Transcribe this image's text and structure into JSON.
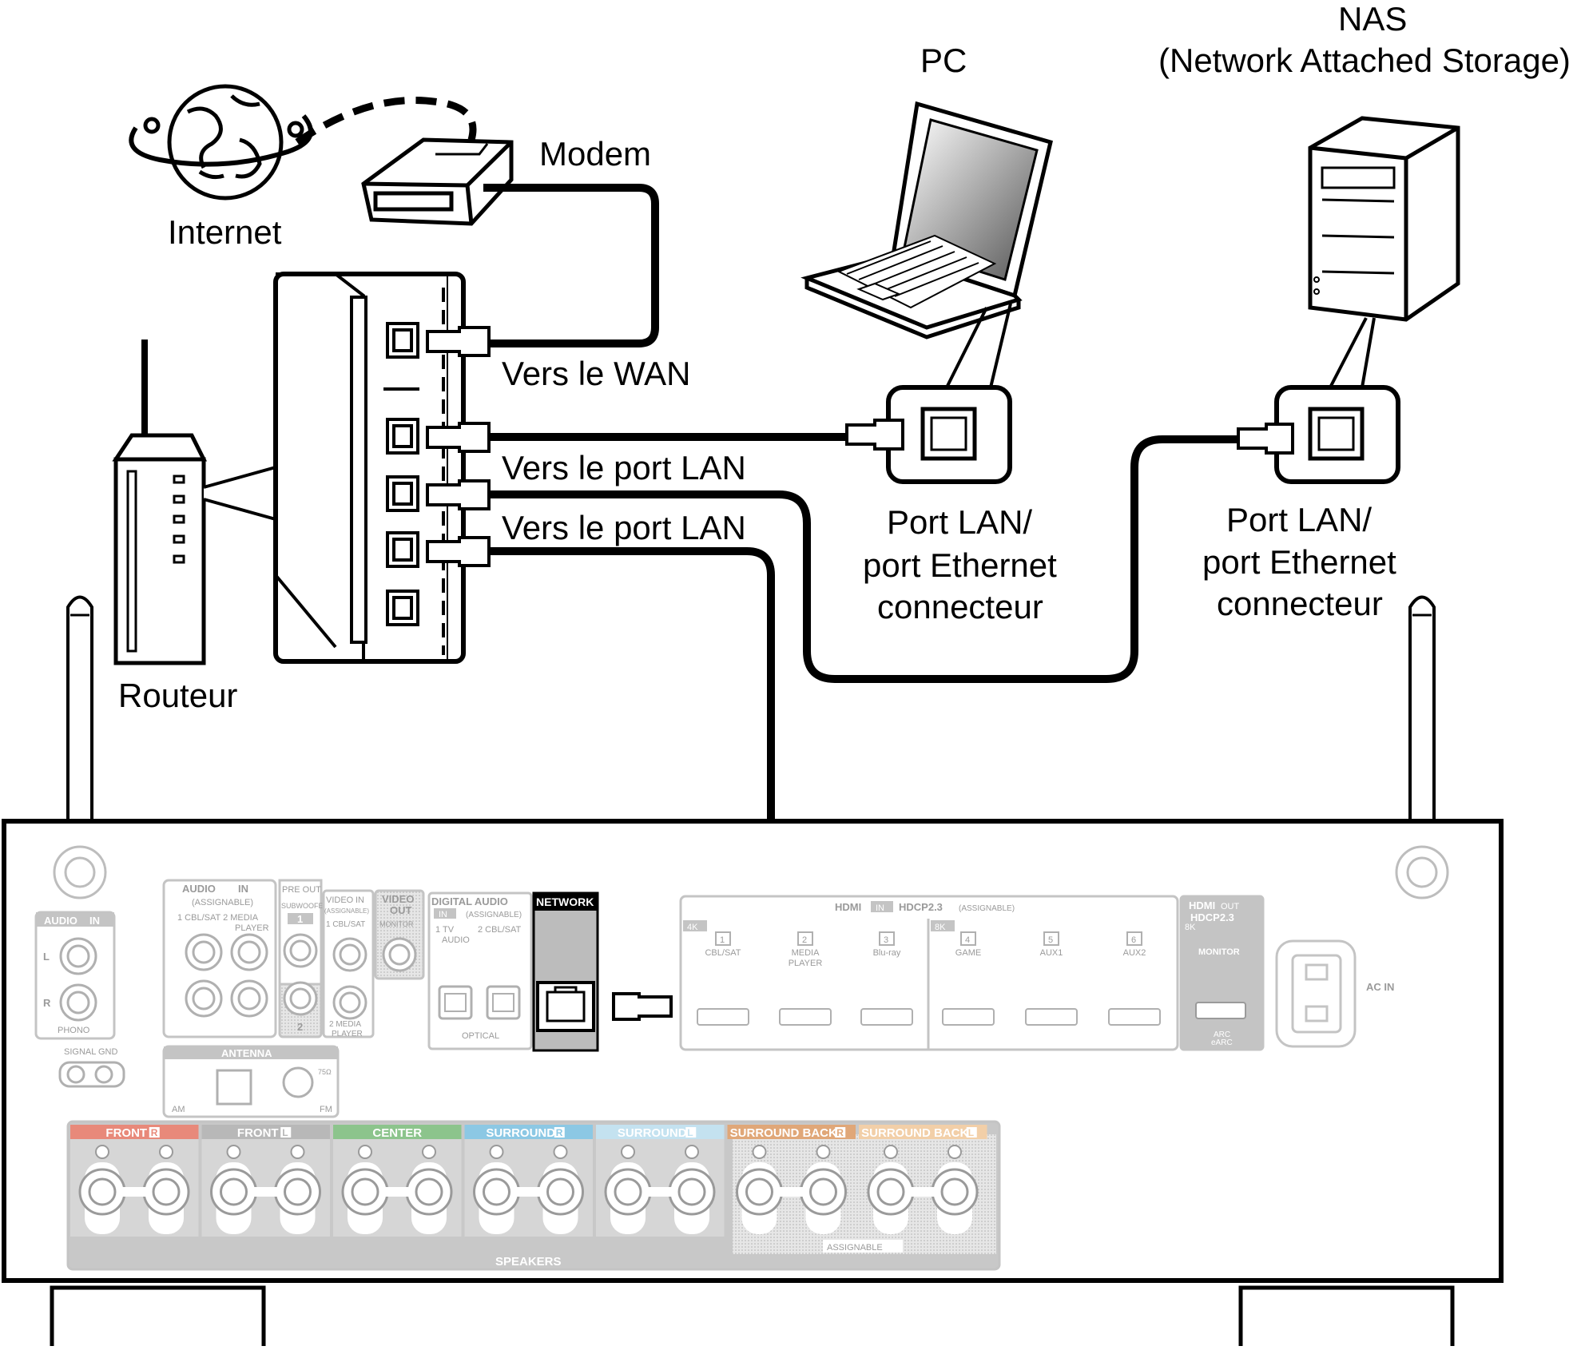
{
  "labels": {
    "internet": "Internet",
    "modem": "Modem",
    "router": "Routeur",
    "to_wan": "Vers le WAN",
    "to_lan_1": "Vers le port LAN",
    "to_lan_2": "Vers le port LAN",
    "pc": "PC",
    "nas_title": "NAS",
    "nas_subtitle": "(Network Attached Storage)",
    "pc_port_1": "Port LAN/",
    "pc_port_2": "port Ethernet",
    "pc_port_3": "connecteur",
    "nas_port_1": "Port LAN/",
    "nas_port_2": "port Ethernet",
    "nas_port_3": "connecteur"
  },
  "receiver": {
    "audio_in": "AUDIO",
    "audio_in_badge": "IN",
    "phono": "PHONO",
    "signal_gnd": "SIGNAL GND",
    "audio_in_main": "AUDIO",
    "audio_in_main_badge": "IN",
    "assignable": "(ASSIGNABLE)",
    "audio_inputs": "1 CBL/SAT  2  MEDIA",
    "audio_inputs_2": "PLAYER",
    "pre_out": "PRE OUT",
    "subwoofer": "SUBWOOFER",
    "sub_1": "1",
    "sub_2": "2",
    "video_in": "VIDEO",
    "video_in_badge": "IN",
    "video_in_assignable": "(ASSIGNABLE)",
    "video_in_1": "1 CBL/SAT",
    "video_in_2": "2 MEDIA",
    "video_in_2b": "PLAYER",
    "video_out": "VIDEO",
    "video_out_2": "OUT",
    "monitor_small": "MONITOR",
    "digital_audio": "DIGITAL AUDIO",
    "digital_in_badge": "IN",
    "digital_assignable": "(ASSIGNABLE)",
    "digital_1": "1  TV",
    "digital_1b": "AUDIO",
    "digital_2": "2 CBL/SAT",
    "optical": "OPTICAL",
    "network": "NETWORK",
    "hdmi_title": "HDMI",
    "hdmi_in_badge": "IN",
    "hdmi_hdcp": "HDCP2.3",
    "hdmi_assignable": "(ASSIGNABLE)",
    "hdmi_4k": "4K",
    "hdmi_8k": "8K",
    "hdmi_inputs": [
      {
        "num": "1",
        "name": "CBL/SAT",
        "name2": ""
      },
      {
        "num": "2",
        "name": "MEDIA",
        "name2": "PLAYER"
      },
      {
        "num": "3",
        "name": "Blu-ray",
        "name2": ""
      },
      {
        "num": "4",
        "name": "GAME",
        "name2": ""
      },
      {
        "num": "5",
        "name": "AUX1",
        "name2": ""
      },
      {
        "num": "6",
        "name": "AUX2",
        "name2": ""
      }
    ],
    "hdmi_out": "HDMI",
    "hdmi_out_badge": "OUT",
    "hdmi_out_hdcp": "HDCP2.3",
    "hdmi_out_8k": "8K",
    "monitor": "MONITOR",
    "arc": "ARC",
    "earc": "eARC",
    "ac_in": "AC IN",
    "antenna": "ANTENNA",
    "am": "AM",
    "fm": "FM",
    "fm_ohm": "75Ω",
    "speakers": "SPEAKERS",
    "speakers_assignable": "ASSIGNABLE",
    "speaker_groups": [
      {
        "name": "FRONT",
        "side": "R",
        "color": "#e8897a"
      },
      {
        "name": "FRONT",
        "side": "L",
        "color": "#b8b8b8"
      },
      {
        "name": "CENTER",
        "side": "",
        "color": "#8cc48c"
      },
      {
        "name": "SURROUND",
        "side": "R",
        "color": "#8cc8e4"
      },
      {
        "name": "SURROUND",
        "side": "L",
        "color": "#c4e2f0"
      },
      {
        "name": "SURROUND BACK",
        "side": "R",
        "color": "#e0a778"
      },
      {
        "name": "SURROUND BACK",
        "side": "L",
        "color": "#f2cfa8"
      }
    ]
  }
}
